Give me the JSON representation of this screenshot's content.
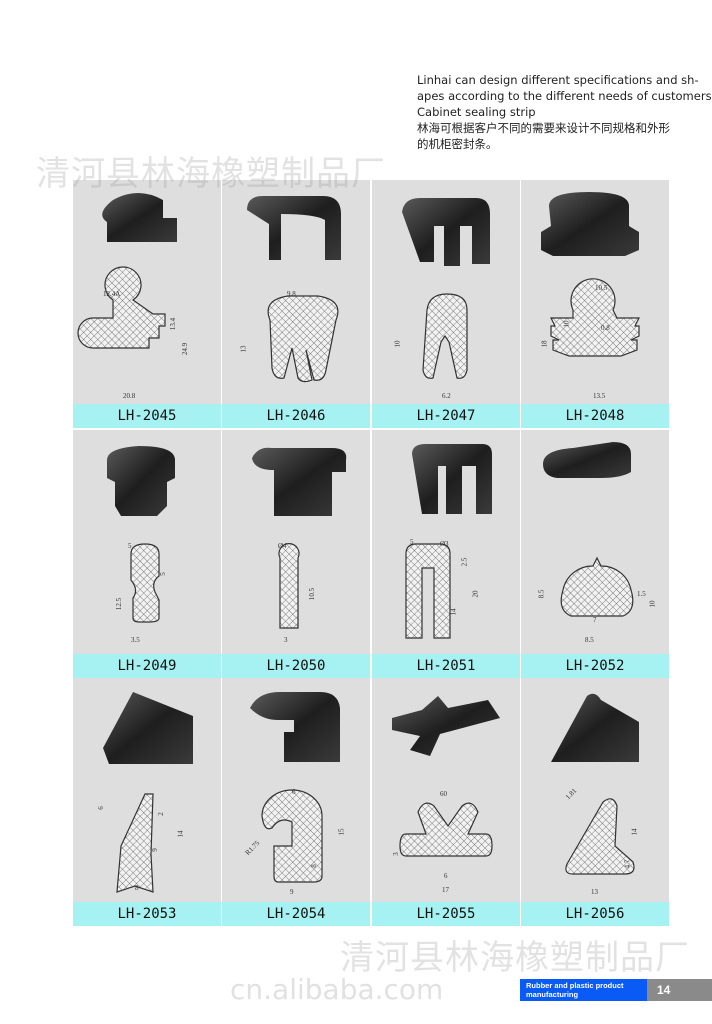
{
  "intro": {
    "lines": [
      "Linhai can design different specifications and sh-",
      "apes according to the different needs of customers",
      "Cabinet sealing strip",
      "林海可根据客户不同的需要来设计不同规格和外形",
      "的机柜密封条。"
    ]
  },
  "watermark": {
    "company": "清河县林海橡塑制品厂",
    "site": "cn.alibaba.com"
  },
  "products": [
    {
      "code": "LH-2045",
      "dims": [
        "12.4A",
        "13.4",
        "24.9",
        "20.8"
      ]
    },
    {
      "code": "LH-2046",
      "dims": [
        "9.8",
        "13"
      ]
    },
    {
      "code": "LH-2047",
      "dims": [
        "10",
        "6.2"
      ]
    },
    {
      "code": "LH-2048",
      "dims": [
        "10.5",
        "10",
        "0.8",
        "18",
        "13.5"
      ]
    },
    {
      "code": "LH-2049",
      "dims": [
        "5",
        "5",
        "12.5",
        "3.5"
      ]
    },
    {
      "code": "LH-2050",
      "dims": [
        "Ø4",
        "10.5",
        "3"
      ]
    },
    {
      "code": "LH-2051",
      "dims": [
        "5",
        "Ø3",
        "2.5",
        "20",
        "14"
      ]
    },
    {
      "code": "LH-2052",
      "dims": [
        "8.5",
        "1.5",
        "10",
        "7",
        "8.5"
      ]
    },
    {
      "code": "LH-2053",
      "dims": [
        "6",
        "2",
        "14",
        "9",
        "8"
      ]
    },
    {
      "code": "LH-2054",
      "dims": [
        "6",
        "15",
        "R1.75",
        "8",
        "9"
      ]
    },
    {
      "code": "LH-2055",
      "dims": [
        "60",
        "3",
        "6",
        "17"
      ]
    },
    {
      "code": "LH-2056",
      "dims": [
        "1.81",
        "14",
        "4.7",
        "13"
      ]
    }
  ],
  "footer": {
    "category": "Rubber and plastic product manufacturing",
    "page_number": "14"
  },
  "colors": {
    "label_bg": "#a6f2f2",
    "card_bg": "#dedede",
    "footer_blue": "#0a5af5",
    "footer_gray": "#8a8a8a"
  }
}
